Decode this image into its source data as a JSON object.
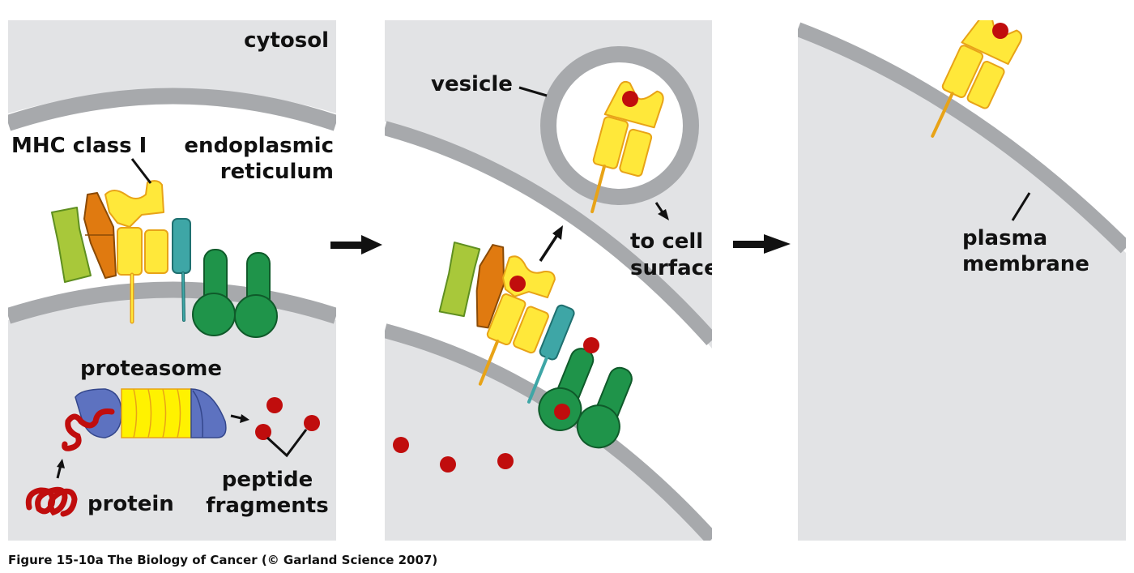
{
  "panels": [
    {
      "id": "panel-1",
      "labels": {
        "cytosol": "cytosol",
        "mhc": "MHC class I",
        "er_line1": "endoplasmic",
        "er_line2": "reticulum",
        "proteasome": "proteasome",
        "protein": "protein",
        "peptide_line1": "peptide",
        "peptide_line2": "fragments"
      }
    },
    {
      "id": "panel-2",
      "labels": {
        "vesicle": "vesicle",
        "surface_line1": "to cell",
        "surface_line2": "surface"
      }
    },
    {
      "id": "panel-3",
      "labels": {
        "plasma_line1": "plasma",
        "plasma_line2": "membrane"
      }
    }
  ],
  "caption": "Figure 15-10a  The Biology of Cancer (© Garland Science 2007)",
  "colors": {
    "cytosol_bg": "#e2e3e5",
    "membrane": "#a7a9ac",
    "mhc_yellow": "#ffe83a",
    "mhc_outline": "#e8a317",
    "calreticulin_green": "#a8c83a",
    "orange": "#e07a10",
    "teal": "#3ea6a6",
    "tap_green": "#1f944a",
    "peptide_red": "#c00d0d",
    "proteasome_blue": "#5d72c0",
    "proteasome_yellow": "#fff200"
  }
}
